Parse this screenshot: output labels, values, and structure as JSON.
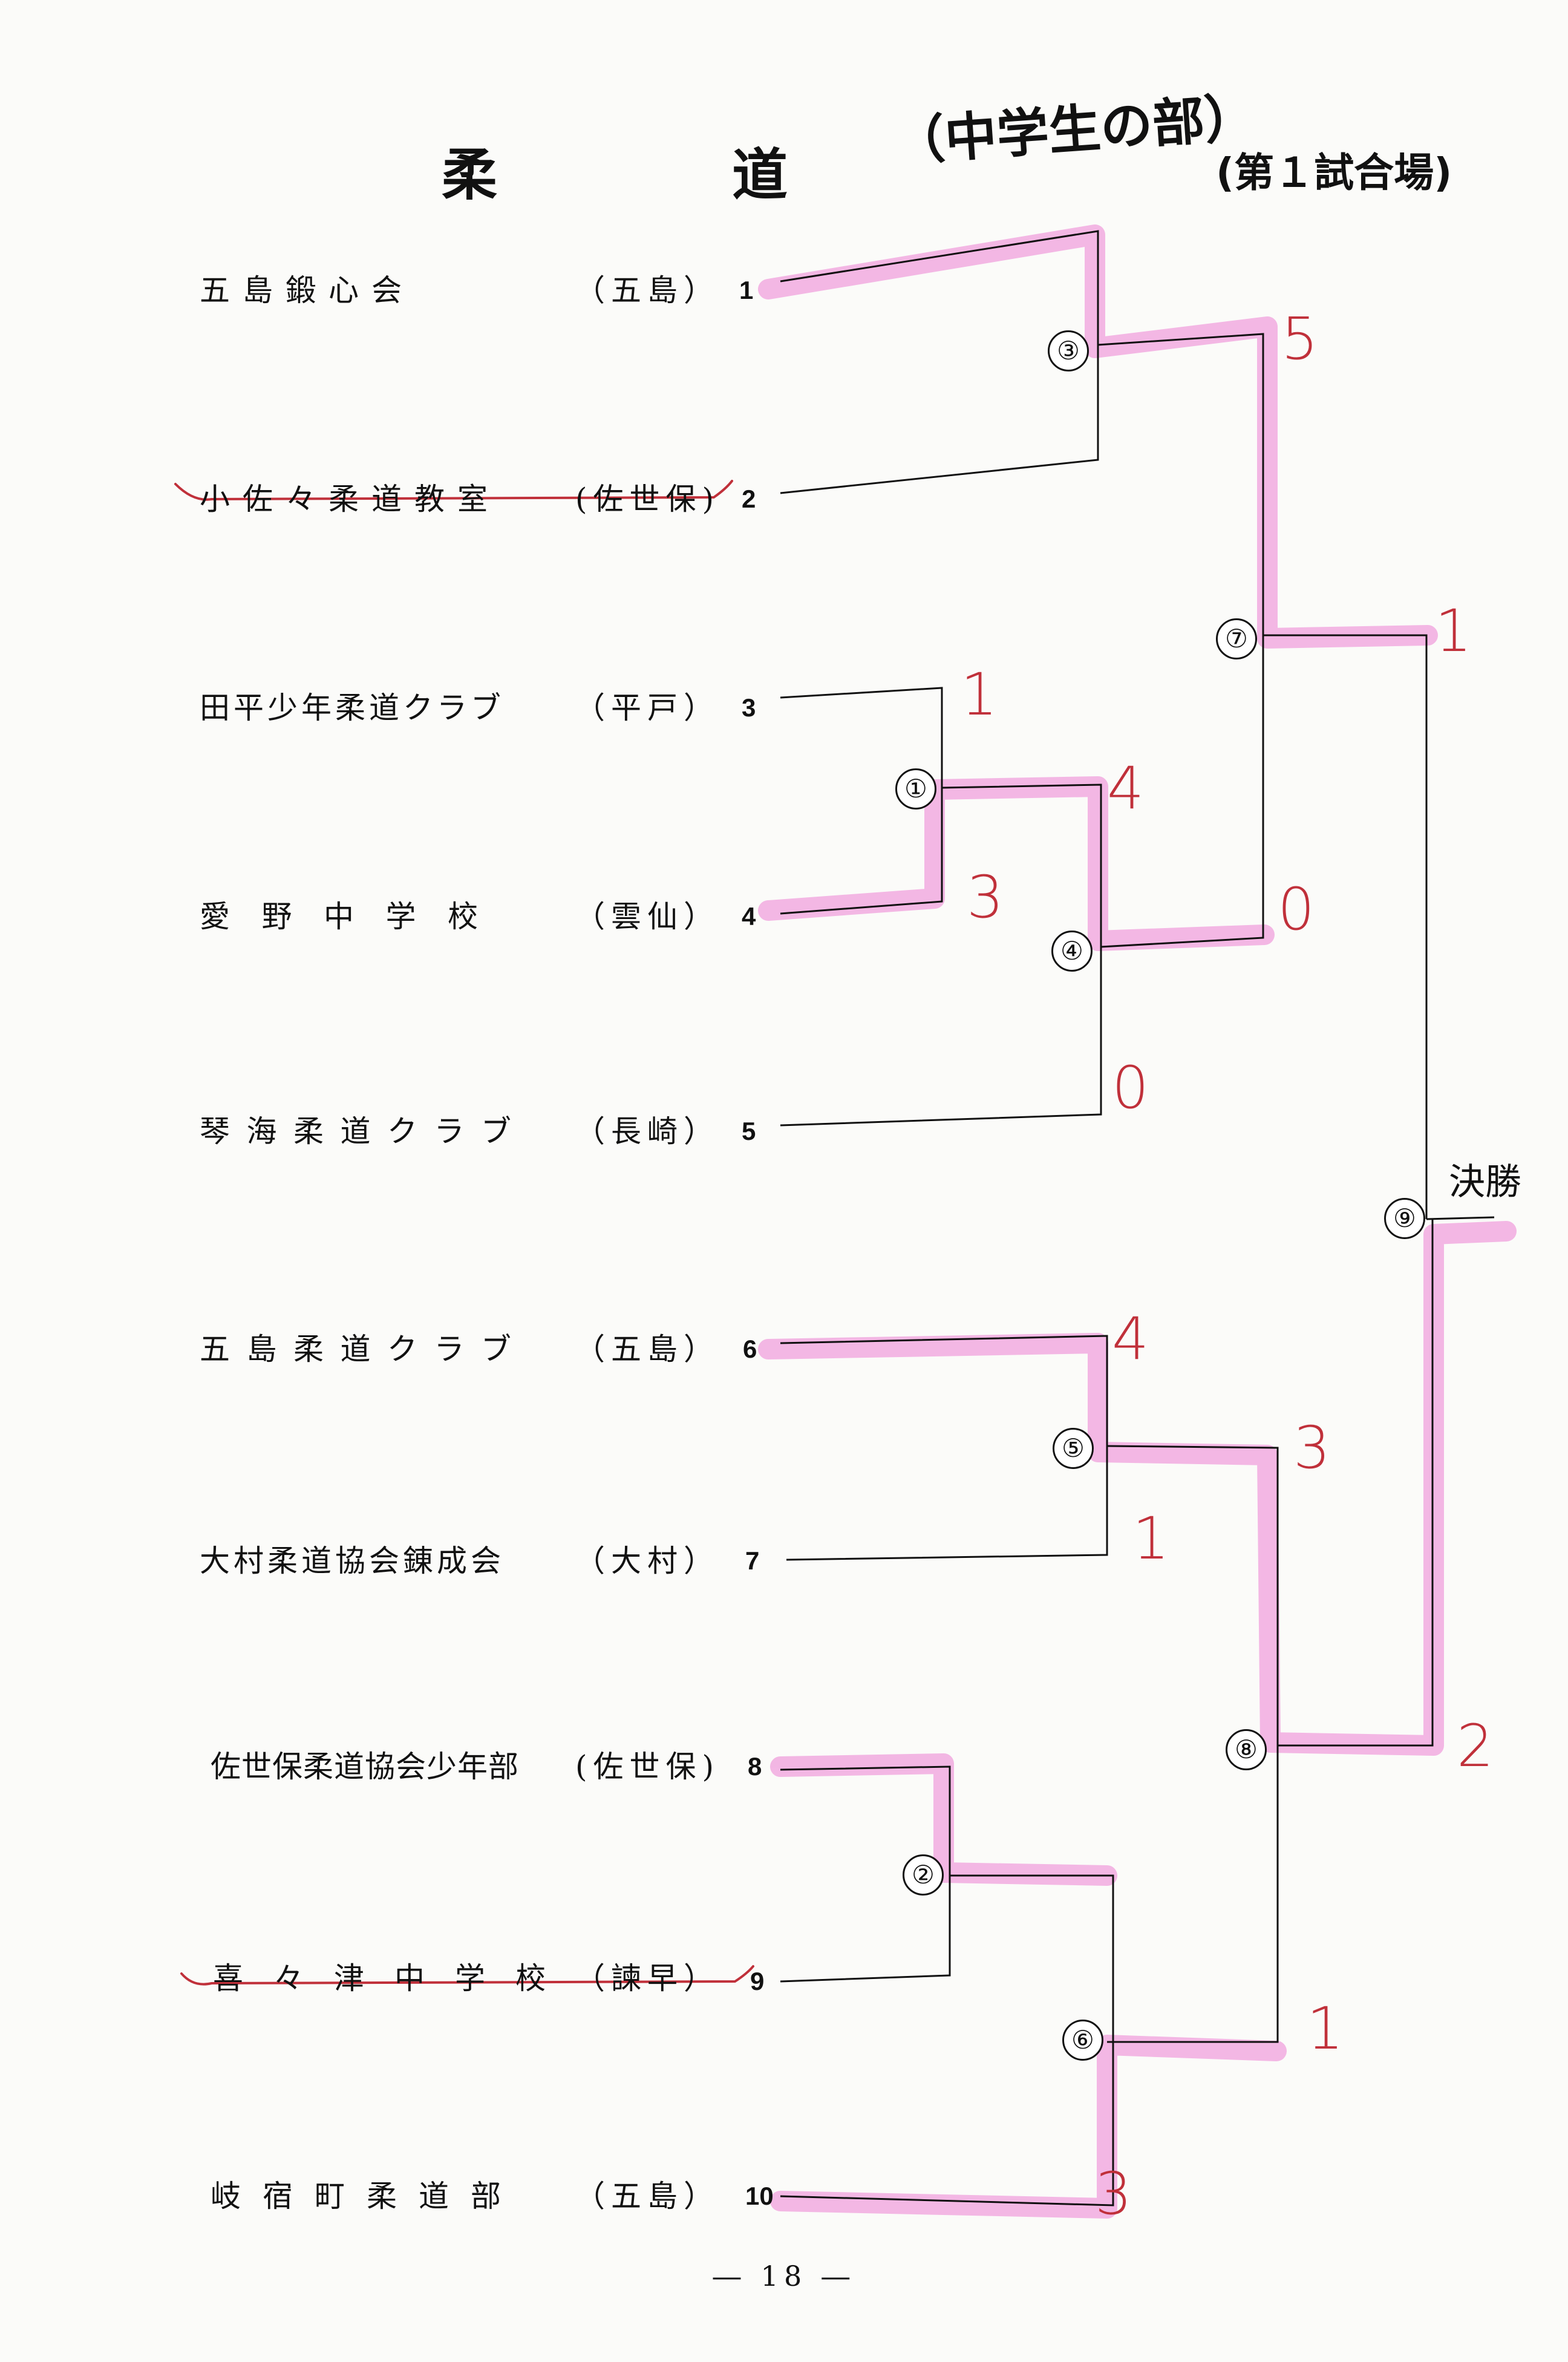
{
  "title": {
    "main_left": "柔",
    "main_right": "道",
    "category": "（中学生の部）",
    "venue": "(第１試合場)"
  },
  "teams": [
    {
      "seed": "1",
      "name": "五島鍛心会",
      "region": "（五島）",
      "eliminated": false
    },
    {
      "seed": "2",
      "name": "小佐々柔道教室",
      "region": "(佐世保)",
      "eliminated": true
    },
    {
      "seed": "3",
      "name": "田平少年柔道クラブ",
      "region": "（平戸）",
      "eliminated": false
    },
    {
      "seed": "4",
      "name": "愛野中学校",
      "region": "（雲仙）",
      "eliminated": false
    },
    {
      "seed": "5",
      "name": "琴海柔道クラブ",
      "region": "（長崎）",
      "eliminated": false
    },
    {
      "seed": "6",
      "name": "五島柔道クラブ",
      "region": "（五島）",
      "eliminated": false
    },
    {
      "seed": "7",
      "name": "大村柔道協会錬成会",
      "region": "（大村）",
      "eliminated": false
    },
    {
      "seed": "8",
      "name": "佐世保柔道協会少年部",
      "region": "(佐世保)",
      "eliminated": false
    },
    {
      "seed": "9",
      "name": "喜々津中学校",
      "region": "（諫早）",
      "eliminated": true
    },
    {
      "seed": "10",
      "name": "岐宿町柔道部",
      "region": "（五島）",
      "eliminated": false
    }
  ],
  "matches": [
    "①",
    "②",
    "③",
    "④",
    "⑤",
    "⑥",
    "⑦",
    "⑧",
    "⑨"
  ],
  "scores": [
    "5",
    "1",
    "4",
    "3",
    "0",
    "0",
    "4",
    "3",
    "1",
    "1",
    "1",
    "3",
    "2"
  ],
  "final_label": "決勝",
  "page_number": "― 18 ―",
  "colors": {
    "highlight": "#f0a0dc",
    "highlight_dark": "#e24fc0",
    "ink": "#111111",
    "score_ink": "#c0303a"
  }
}
